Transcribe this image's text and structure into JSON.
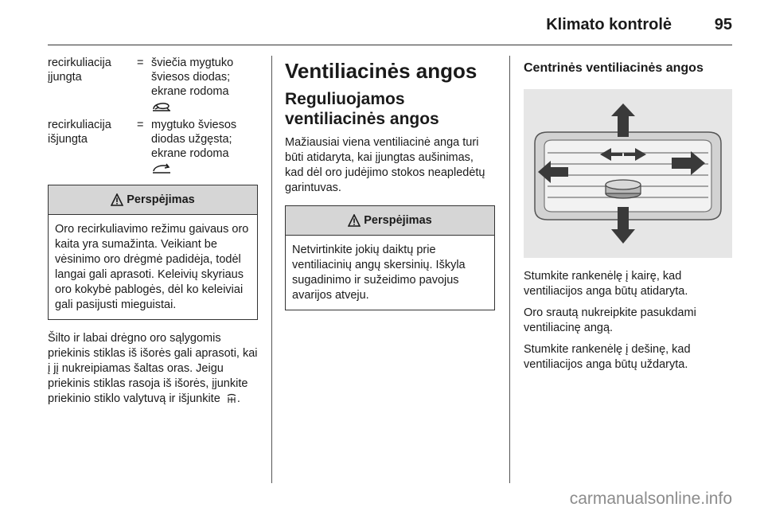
{
  "header": {
    "title": "Klimato kontrolė",
    "page_number": "95"
  },
  "col1": {
    "definitions": [
      {
        "term": "recirkuliacija įjungta",
        "eq": "=",
        "desc": "šviečia mygtuko šviesos diodas; ekrane rodoma",
        "icon": "recirculation-on-icon"
      },
      {
        "term": "recirkuliacija išjungta",
        "eq": "=",
        "desc": "mygtuko šviesos diodas užgęsta; ekrane rodoma",
        "icon": "recirculation-off-icon"
      }
    ],
    "warning": {
      "title": "Perspėjimas",
      "text": "Oro recirkuliavimo režimu gaivaus oro kaita yra sumažinta. Veikiant be vėsinimo oro drėgmė padidėja, todėl langai gali aprasoti. Keleivių skyriaus oro kokybė pablogės, dėl ko keleiviai gali pasijusti mieguistai."
    },
    "paragraph": "Šilto ir labai drėgno oro sąlygomis priekinis stiklas iš išorės gali aprasoti, kai į jį nukreipiamas šaltas oras. Jeigu priekinis stiklas rasoja iš išorės, įjunkite priekinio stiklo valytuvą ir išjunkite",
    "paragraph_end": ".",
    "paragraph_icon": "air-conditioning-icon"
  },
  "col2": {
    "heading": "Ventiliacinės angos",
    "subheading": "Reguliuojamos ventiliacinės angos",
    "paragraph": "Mažiausiai viena ventiliacinė anga turi būti atidaryta, kai įjungtas aušinimas, kad dėl oro judėjimo stokos neapledėtų garintuvas.",
    "warning": {
      "title": "Perspėjimas",
      "text": "Netvirtinkite jokių daiktų prie ventiliacinių angų skersinių. Iškyla sugadinimo ir sužeidimo pavojus avarijos atveju."
    }
  },
  "col3": {
    "heading": "Centrinės ventiliacinės angos",
    "figure_icon": "air-vent-illustration",
    "paragraphs": [
      "Stumkite rankenėlę į kairę, kad ventiliacijos anga būtų atidaryta.",
      "Oro srautą nukreipkite pasukdami ventiliacinę angą.",
      "Stumkite rankenėlę į dešinę, kad ventiliacijos anga būtų uždaryta."
    ]
  },
  "watermark": "carmanualsonline.info"
}
